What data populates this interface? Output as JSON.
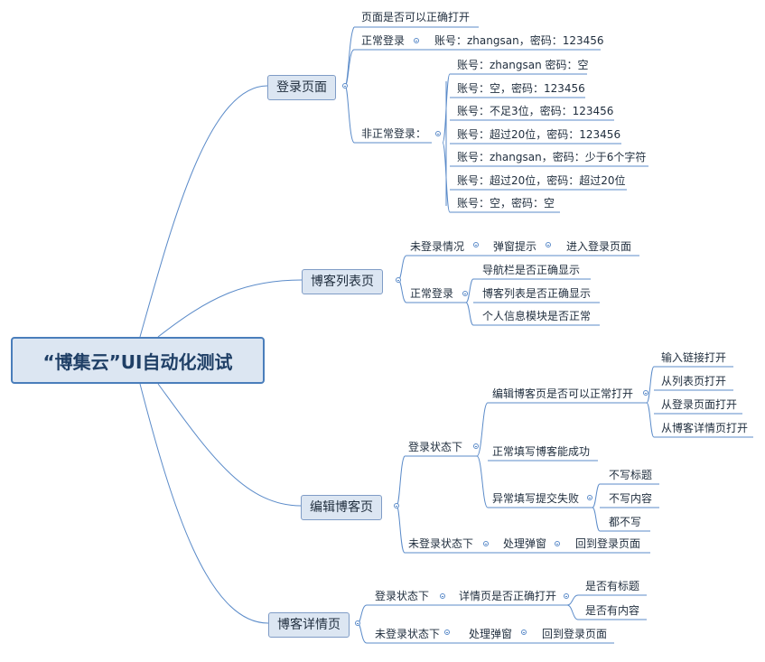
{
  "root": "“博集云”UI自动化测试",
  "b1": {
    "label": "登录页面",
    "items": [
      "页面是否可以正确打开",
      "正常登录",
      "账号：zhangsan，密码：123456",
      "非正常登录：",
      "账号：zhangsan 密码：空",
      "账号：空，密码：123456",
      "账号：不足3位，密码：123456",
      "账号：超过20位，密码：123456",
      "账号：zhangsan，密码：少于6个字符",
      "账号：超过20位，密码：超过20位",
      "账号：空，密码：空"
    ]
  },
  "b2": {
    "label": "博客列表页",
    "items": [
      "未登录情况",
      "弹窗提示",
      "进入登录页面",
      "正常登录",
      "导航栏是否正确显示",
      "博客列表是否正确显示",
      "个人信息模块是否正常"
    ]
  },
  "b3": {
    "label": "编辑博客页",
    "items": [
      "登录状态下",
      "编辑博客页是否可以正常打开",
      "输入链接打开",
      "从列表页打开",
      "从登录页面打开",
      "从博客详情页打开",
      "正常填写博客能成功",
      "异常填写提交失败",
      "不写标题",
      "不写内容",
      "都不写",
      "未登录状态下",
      "处理弹窗",
      "回到登录页面"
    ]
  },
  "b4": {
    "label": "博客详情页",
    "items": [
      "登录状态下",
      "详情页是否正确打开",
      "是否有标题",
      "是否有内容",
      "未登录状态下",
      "处理弹窗",
      "回到登录页面"
    ]
  }
}
